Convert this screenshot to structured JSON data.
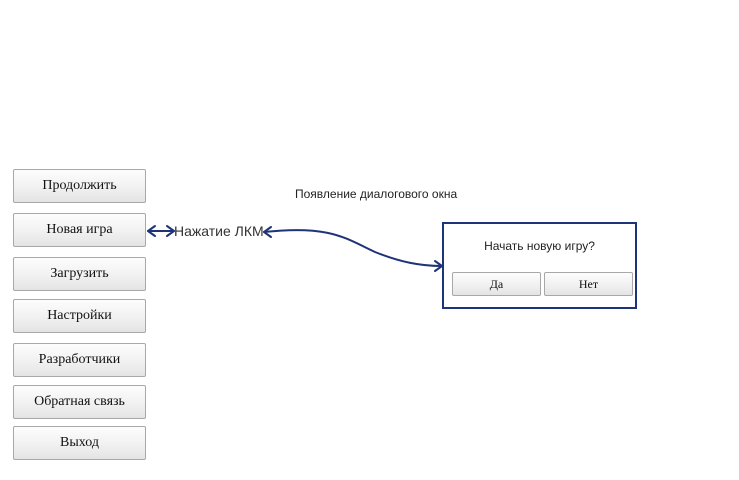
{
  "menu": {
    "items": [
      {
        "label": "Продолжить"
      },
      {
        "label": "Новая игра"
      },
      {
        "label": "Загрузить"
      },
      {
        "label": "Настройки"
      },
      {
        "label": "Разработчики"
      },
      {
        "label": "Обратная связь"
      },
      {
        "label": "Выход"
      }
    ]
  },
  "annotations": {
    "click_label": "Нажатие ЛКМ",
    "dialog_appearance_label": "Появление диалогового окна"
  },
  "dialog": {
    "title": "Начать новую игру?",
    "yes_label": "Да",
    "no_label": "Нет"
  },
  "colors": {
    "arrow": "#1f3478",
    "dialog_border": "#1f3478"
  }
}
